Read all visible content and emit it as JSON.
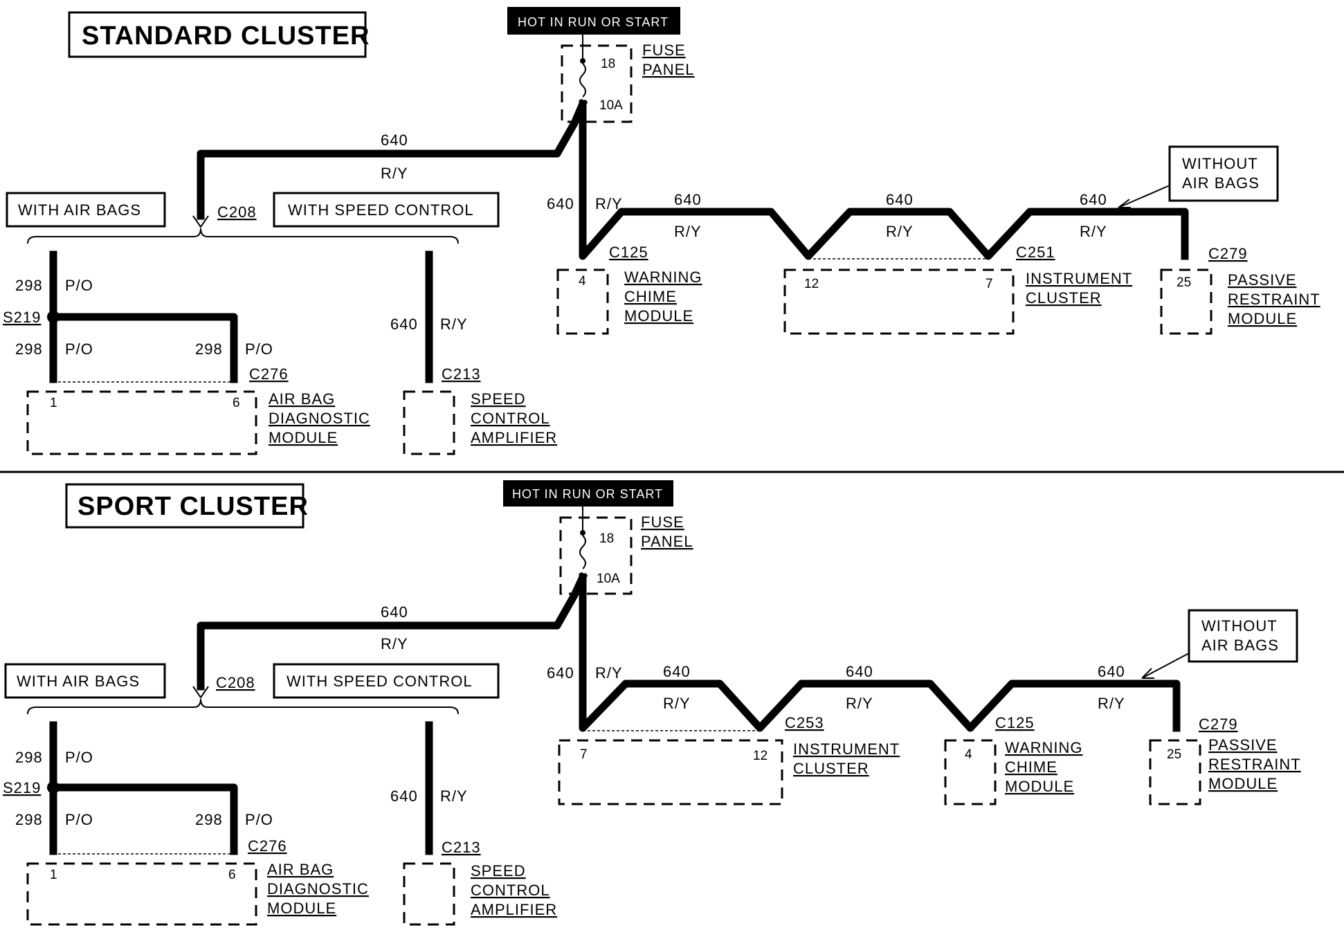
{
  "standard": {
    "title": "STANDARD CLUSTER",
    "hot": "HOT IN RUN OR START",
    "fuse_label_1": "FUSE",
    "fuse_label_2": "PANEL",
    "fuse_num": "18",
    "fuse_amp": "10A",
    "wire_640": "640",
    "wire_ry": "R/Y",
    "wire_298": "298",
    "wire_po": "P/O",
    "with_air_bags": "WITH AIR BAGS",
    "with_speed_control": "WITH SPEED CONTROL",
    "without_air_bags_1": "WITHOUT",
    "without_air_bags_2": "AIR BAGS",
    "c208": "C208",
    "c125": "C125",
    "c251": "C251",
    "c279": "C279",
    "c276": "C276",
    "c213": "C213",
    "s219": "S219",
    "pin_4": "4",
    "pin_12": "12",
    "pin_7": "7",
    "pin_25": "25",
    "pin_1": "1",
    "pin_6": "6",
    "wcm_1": "WARNING",
    "wcm_2": "CHIME",
    "wcm_3": "MODULE",
    "ic_1": "INSTRUMENT",
    "ic_2": "CLUSTER",
    "prm_1": "PASSIVE",
    "prm_2": "RESTRAINT",
    "prm_3": "MODULE",
    "abd_1": "AIR BAG",
    "abd_2": "DIAGNOSTIC",
    "abd_3": "MODULE",
    "sca_1": "SPEED",
    "sca_2": "CONTROL",
    "sca_3": "AMPLIFIER"
  },
  "sport": {
    "title": "SPORT CLUSTER",
    "hot": "HOT IN RUN OR START",
    "fuse_label_1": "FUSE",
    "fuse_label_2": "PANEL",
    "fuse_num": "18",
    "fuse_amp": "10A",
    "wire_640": "640",
    "wire_ry": "R/Y",
    "wire_298": "298",
    "wire_po": "P/O",
    "with_air_bags": "WITH AIR BAGS",
    "with_speed_control": "WITH SPEED CONTROL",
    "without_air_bags_1": "WITHOUT",
    "without_air_bags_2": "AIR BAGS",
    "c208": "C208",
    "c253": "C253",
    "c125": "C125",
    "c279": "C279",
    "c276": "C276",
    "c213": "C213",
    "s219": "S219",
    "pin_7": "7",
    "pin_12": "12",
    "pin_4": "4",
    "pin_25": "25",
    "pin_1": "1",
    "pin_6": "6",
    "ic_1": "INSTRUMENT",
    "ic_2": "CLUSTER",
    "wcm_1": "WARNING",
    "wcm_2": "CHIME",
    "wcm_3": "MODULE",
    "prm_1": "PASSIVE",
    "prm_2": "RESTRAINT",
    "prm_3": "MODULE",
    "abd_1": "AIR BAG",
    "abd_2": "DIAGNOSTIC",
    "abd_3": "MODULE",
    "sca_1": "SPEED",
    "sca_2": "CONTROL",
    "sca_3": "AMPLIFIER"
  }
}
